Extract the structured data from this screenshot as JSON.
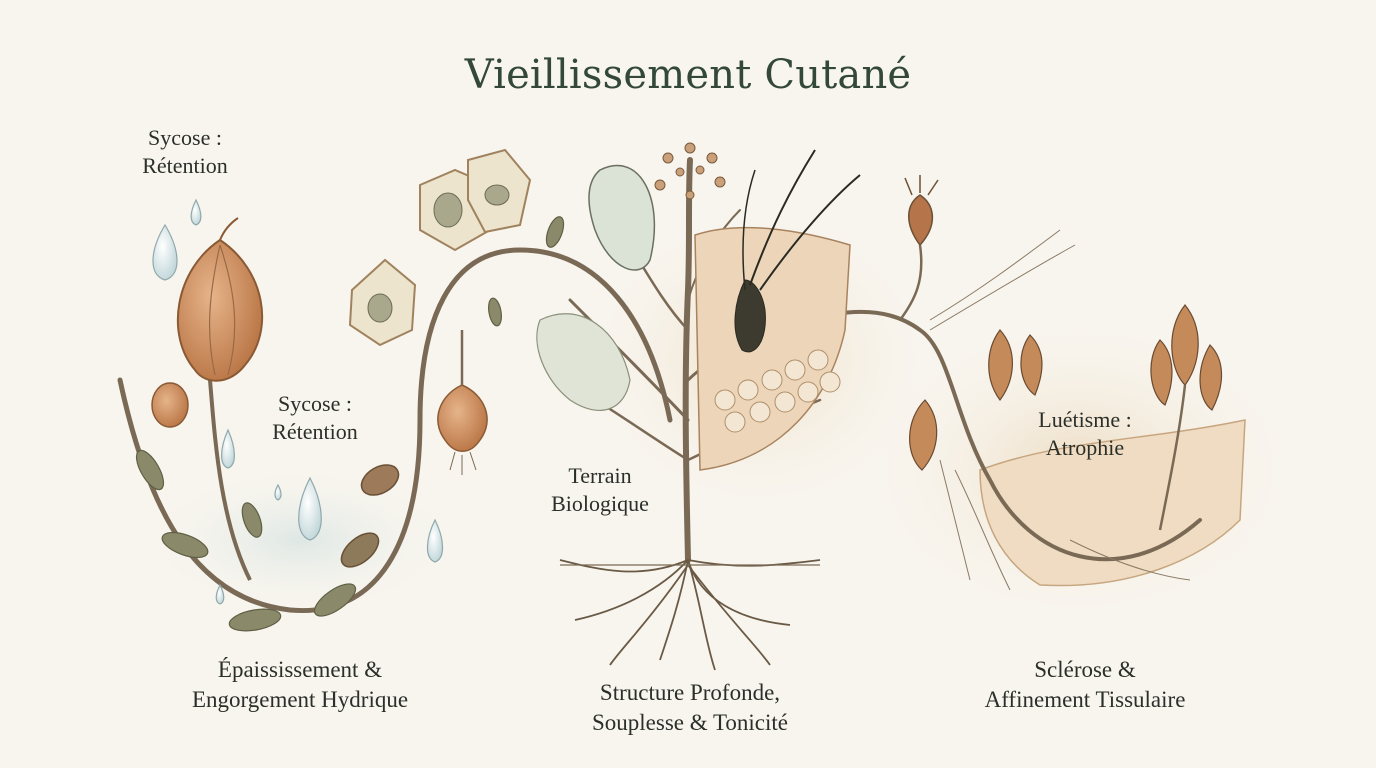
{
  "title": "Vieillissement Cutané",
  "labels": {
    "sycose_top": {
      "line1": "Sycose :",
      "line2": "Rétention"
    },
    "sycose_mid": {
      "line1": "Sycose :",
      "line2": "Rétention"
    },
    "terrain": {
      "line1": "Terrain",
      "line2": "Biologique"
    },
    "luetisme": {
      "line1": "Luétisme :",
      "line2": "Atrophie"
    }
  },
  "captions": {
    "left": {
      "line1": "Épaississement &",
      "line2": "Engorgement Hydrique"
    },
    "center": {
      "line1": "Structure Profonde,",
      "line2": "Souplesse & Tonicité"
    },
    "right": {
      "line1": "Sclérose &",
      "line2": "Affinement Tissulaire"
    }
  },
  "colors": {
    "stem": "#7a6a55",
    "bulb": "#c98c5e",
    "leaf": "#8a8a6a",
    "water": "#cfe0e0",
    "cell": "#e8e0c8",
    "skin": "#e9d2b4",
    "wither": "#b5744a"
  }
}
